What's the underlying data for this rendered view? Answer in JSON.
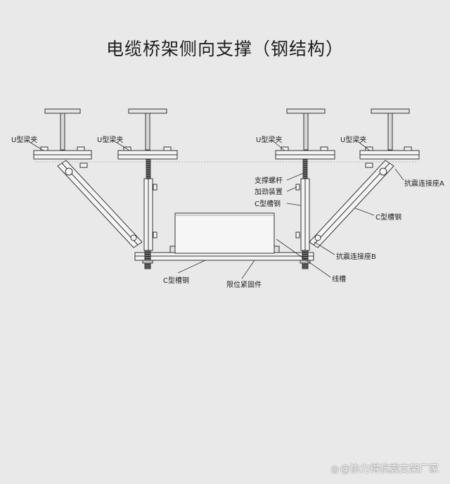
{
  "title": "电缆桥架侧向支撑（钢结构）",
  "labels": {
    "u_clamp": "U型梁夹",
    "support_screw": "支撑螺杆",
    "stiffener": "加劲装置",
    "c_channel": "C型槽钢",
    "c_channel_bottom": "C型槽钢",
    "c_channel_diag": "C型槽钢",
    "seismic_seat_a": "抗震连接座A",
    "seismic_seat_b": "抗震连接座B",
    "limit_fastener": "限位紧固件",
    "cable_tray": "线槽"
  },
  "watermark": "@协力得抗震支架厂家",
  "colors": {
    "background": "#e9e9e9",
    "line": "#333333",
    "steel_fill": "#f4f4f4"
  }
}
